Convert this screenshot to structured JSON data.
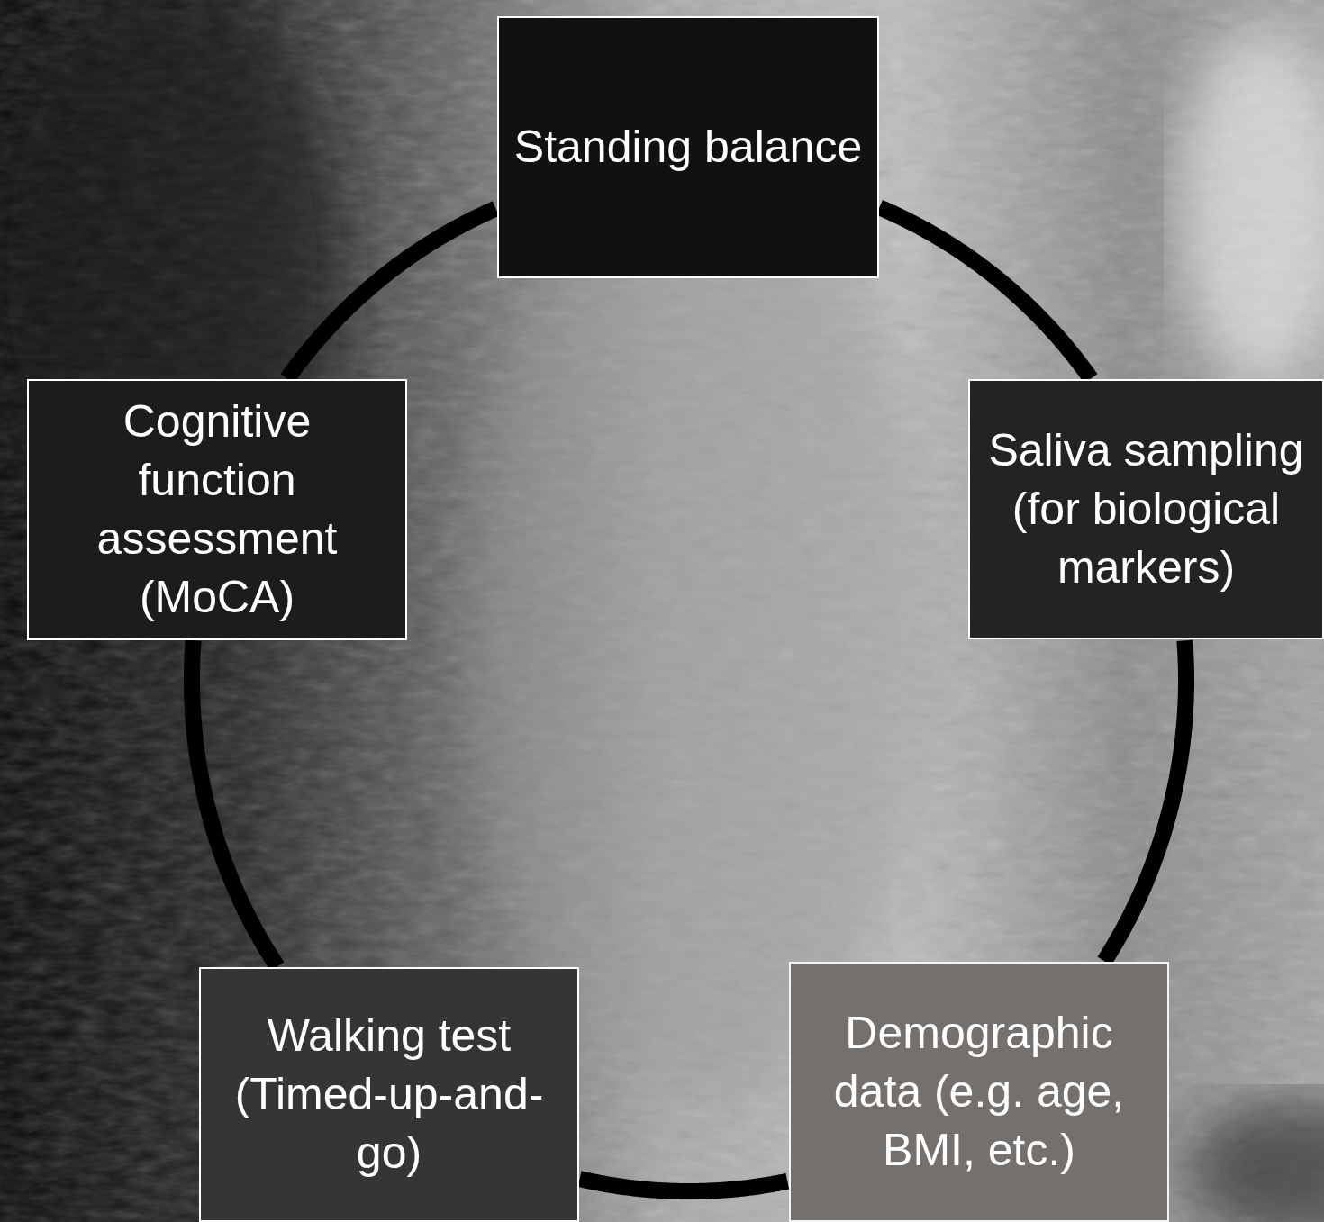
{
  "diagram": {
    "nodes": [
      {
        "text": [
          "Standing balance"
        ]
      },
      {
        "text": [
          "Cognitive function assessment (MoCA)"
        ]
      },
      {
        "text": [
          "Saliva sampling (for biological markers)"
        ]
      },
      {
        "text": [
          "Walking test (Timed-up-and-go)"
        ]
      },
      {
        "text": [
          "Demographic data (e.g. age, BMI, etc.)"
        ]
      }
    ],
    "edges": [
      {
        "from": 0,
        "to": 2,
        "arrow": "none"
      },
      {
        "from": 2,
        "to": 4,
        "arrow": "none"
      },
      {
        "from": 4,
        "to": 3,
        "arrow": "none"
      },
      {
        "from": 3,
        "to": 1,
        "arrow": "none"
      },
      {
        "from": 1,
        "to": 0,
        "arrow": "none"
      }
    ]
  }
}
